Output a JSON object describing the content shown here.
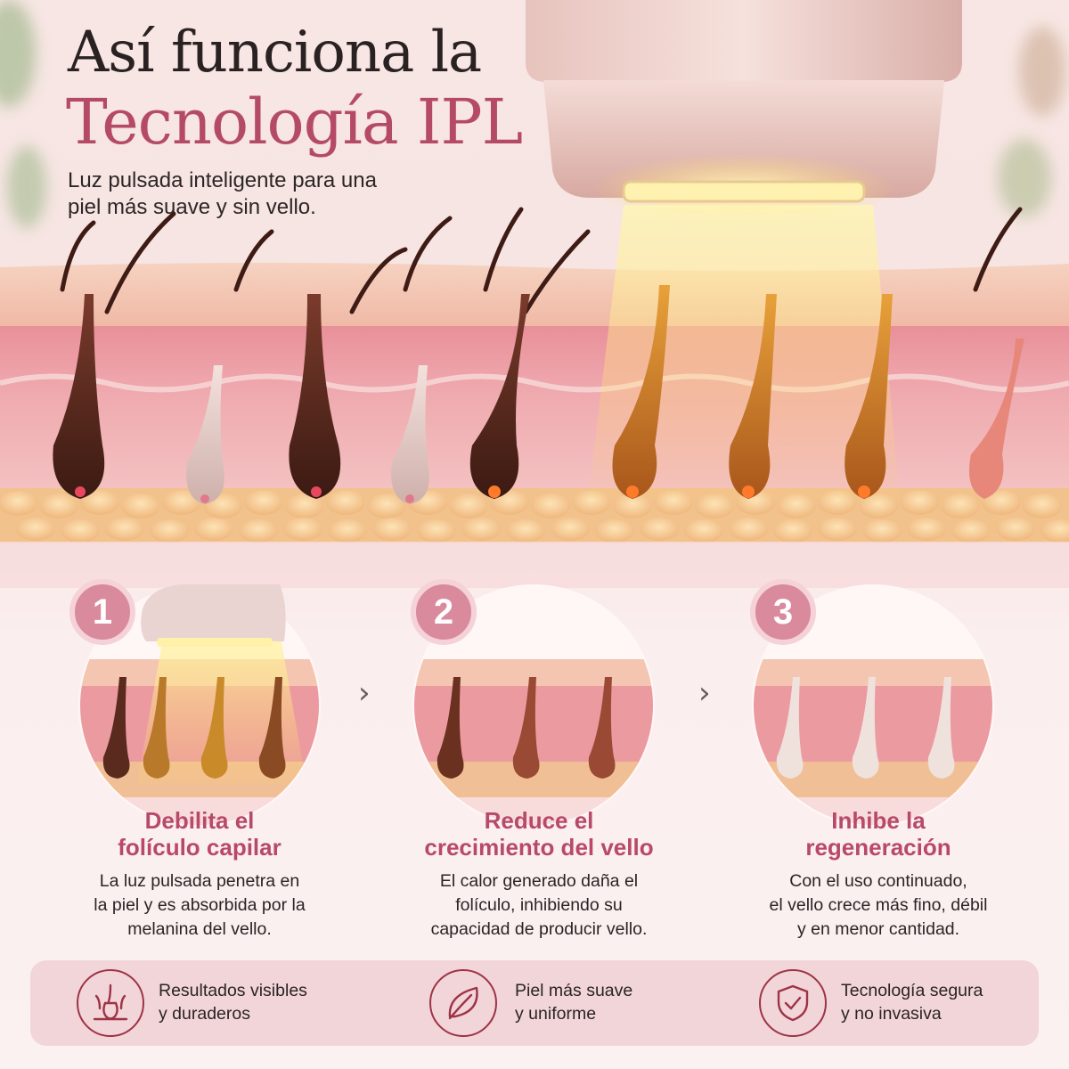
{
  "header": {
    "title_line1": "Así funciona la",
    "title_line2": "Tecnología IPL",
    "subtitle_line1": "Luz pulsada inteligente para una",
    "subtitle_line2": "piel más suave y sin vello."
  },
  "colors": {
    "accent": "#b54a67",
    "badge": "#d98a9c",
    "feature_bar": "#f2d5d9",
    "icon_stroke": "#9e3346"
  },
  "steps": [
    {
      "number": "1",
      "title_line1": "Debilita el",
      "title_line2": "folículo capilar",
      "desc_line1": "La luz pulsada penetra en",
      "desc_line2": "la piel y es absorbida por la",
      "desc_line3": "melanina del vello."
    },
    {
      "number": "2",
      "title_line1": "Reduce el",
      "title_line2": "crecimiento del vello",
      "desc_line1": "El calor generado daña el",
      "desc_line2": "folículo, inhibiendo su",
      "desc_line3": "capacidad de producir vello."
    },
    {
      "number": "3",
      "title_line1": "Inhibe la",
      "title_line2": "regeneración",
      "desc_line1": "Con el uso continuado,",
      "desc_line2": "el vello crece más fino, débil",
      "desc_line3": "y en menor cantidad."
    }
  ],
  "arrows": [
    "›",
    "›"
  ],
  "features": [
    {
      "icon": "hair-follicle-icon",
      "line1": "Resultados visibles",
      "line2": "y duraderos"
    },
    {
      "icon": "leaf-icon",
      "line1": "Piel más suave",
      "line2": "y uniforme"
    },
    {
      "icon": "shield-check-icon",
      "line1": "Tecnología segura",
      "line2": "y no invasiva"
    }
  ]
}
